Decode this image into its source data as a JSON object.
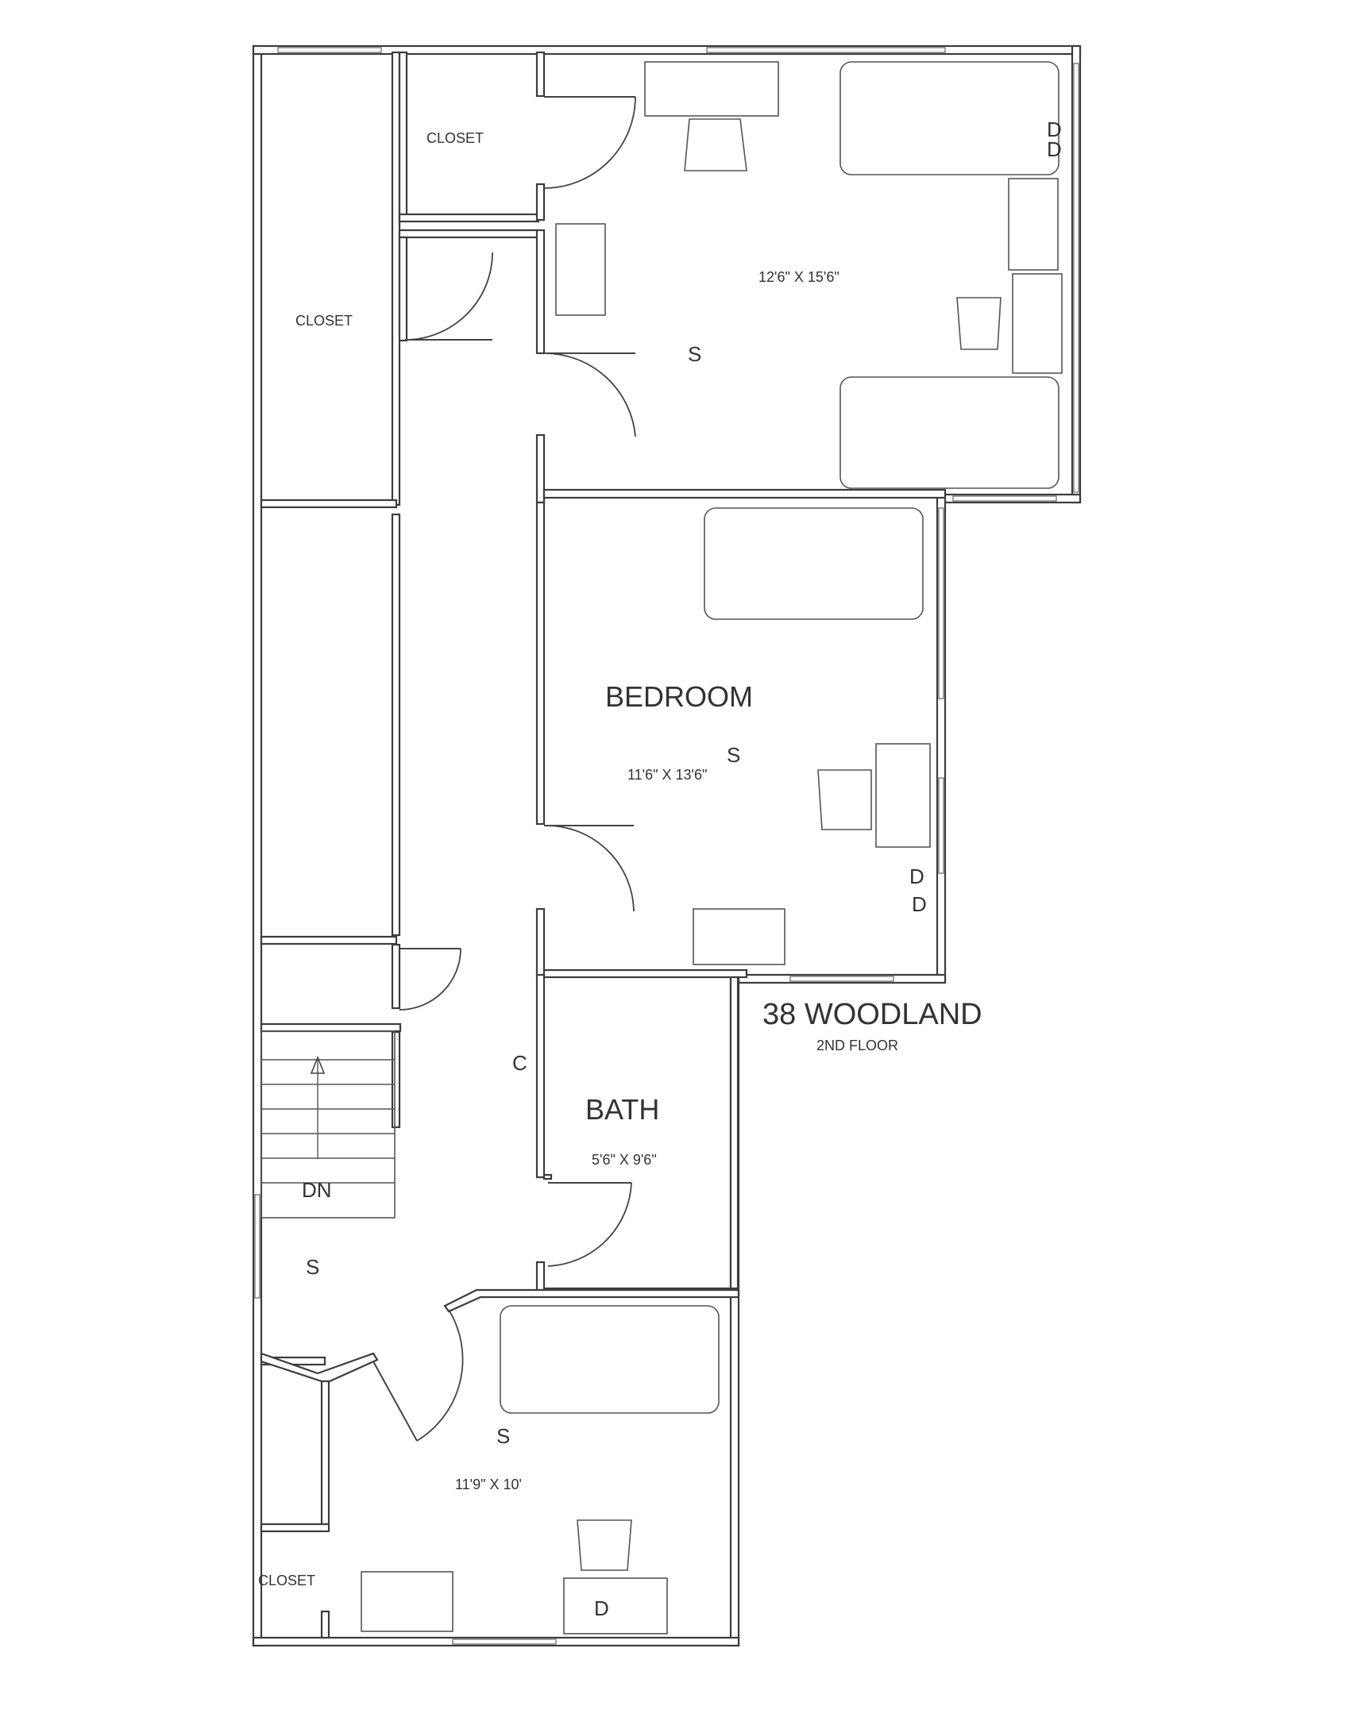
{
  "plan": {
    "title": "38 WOODLAND",
    "subtitle": "2ND FLOOR",
    "rooms": {
      "top_room_dim": "12'6\" X 15'6\"",
      "bedroom_name": "BEDROOM",
      "bedroom_dim": "11'6\" X 13'6\"",
      "bath_name": "BATH",
      "bath_dim": "5'6\" X 9'6\"",
      "bottom_room_dim": "11'9\" X 10'"
    },
    "closets": {
      "top_closet": "CLOSET",
      "left_closet": "CLOSET",
      "bottom_closet": "CLOSET"
    },
    "marks": {
      "top_s": "S",
      "top_d1": "D",
      "top_d2": "D",
      "bed_s": "S",
      "bed_d1": "D",
      "bed_d2": "D",
      "c_mark": "C",
      "stair_dn": "DN",
      "hall_s": "S",
      "bottom_s": "S",
      "bottom_d": "D"
    }
  }
}
